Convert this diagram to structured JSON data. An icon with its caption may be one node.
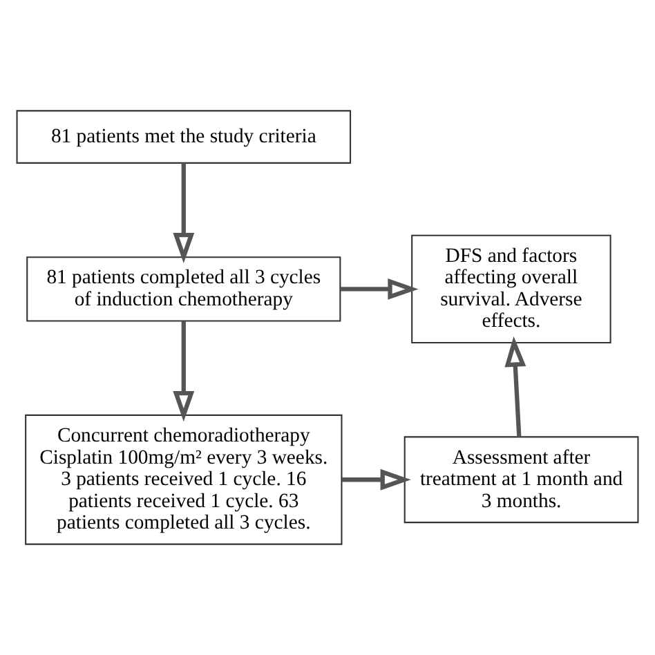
{
  "diagram": {
    "nodes": [
      {
        "text": [
          "81 patients met the study criteria"
        ]
      },
      {
        "text": [
          "81 patients completed all 3 cycles of induction chemotherapy"
        ]
      },
      {
        "text": [
          "DFS and factors affecting overall survival. Adverse effects."
        ]
      },
      {
        "text": [
          "Concurrent chemoradiotherapy Cisplatin 100mg/m² every 3 weeks. 3 patients received 1 cycle. 16 patients received 1 cycle. 63 patients completed all 3 cycles."
        ]
      },
      {
        "text": [
          "Assessment after treatment at 1 month and 3 months."
        ]
      }
    ],
    "edges": [
      {
        "from": 0,
        "to": 1,
        "arrow": "to"
      },
      {
        "from": 1,
        "to": 3,
        "arrow": "to"
      },
      {
        "from": 1,
        "to": 2,
        "arrow": "to"
      },
      {
        "from": 3,
        "to": 4,
        "arrow": "to"
      },
      {
        "from": 4,
        "to": 2,
        "arrow": "to"
      }
    ]
  }
}
